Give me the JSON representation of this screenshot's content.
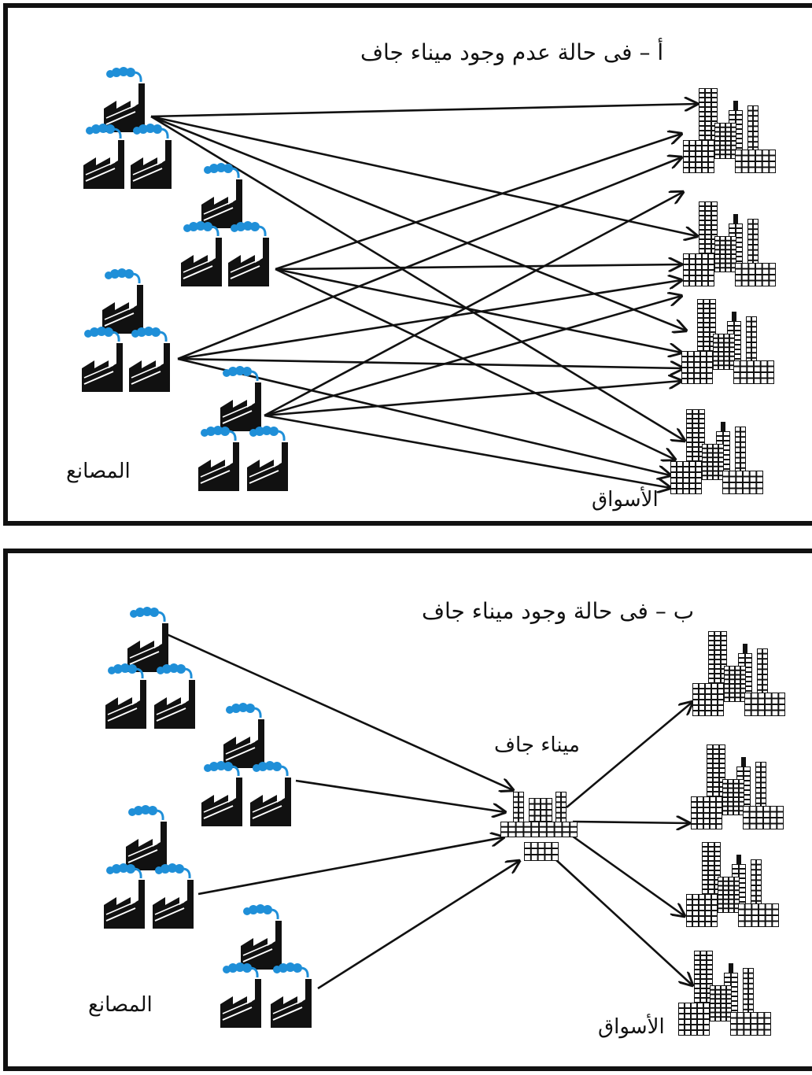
{
  "panel_a": {
    "title": "أ – فى حالة عدم وجود ميناء جاف",
    "factories_label": "المصانع",
    "markets_label": "الأسواق"
  },
  "panel_b": {
    "title": "ب – فى حالة وجود ميناء جاف",
    "dry_port_label": "ميناء جاف",
    "factories_label": "المصانع",
    "markets_label": "الأسواق"
  },
  "colors": {
    "ink": "#111111",
    "smoke": "#1f8fd8"
  }
}
